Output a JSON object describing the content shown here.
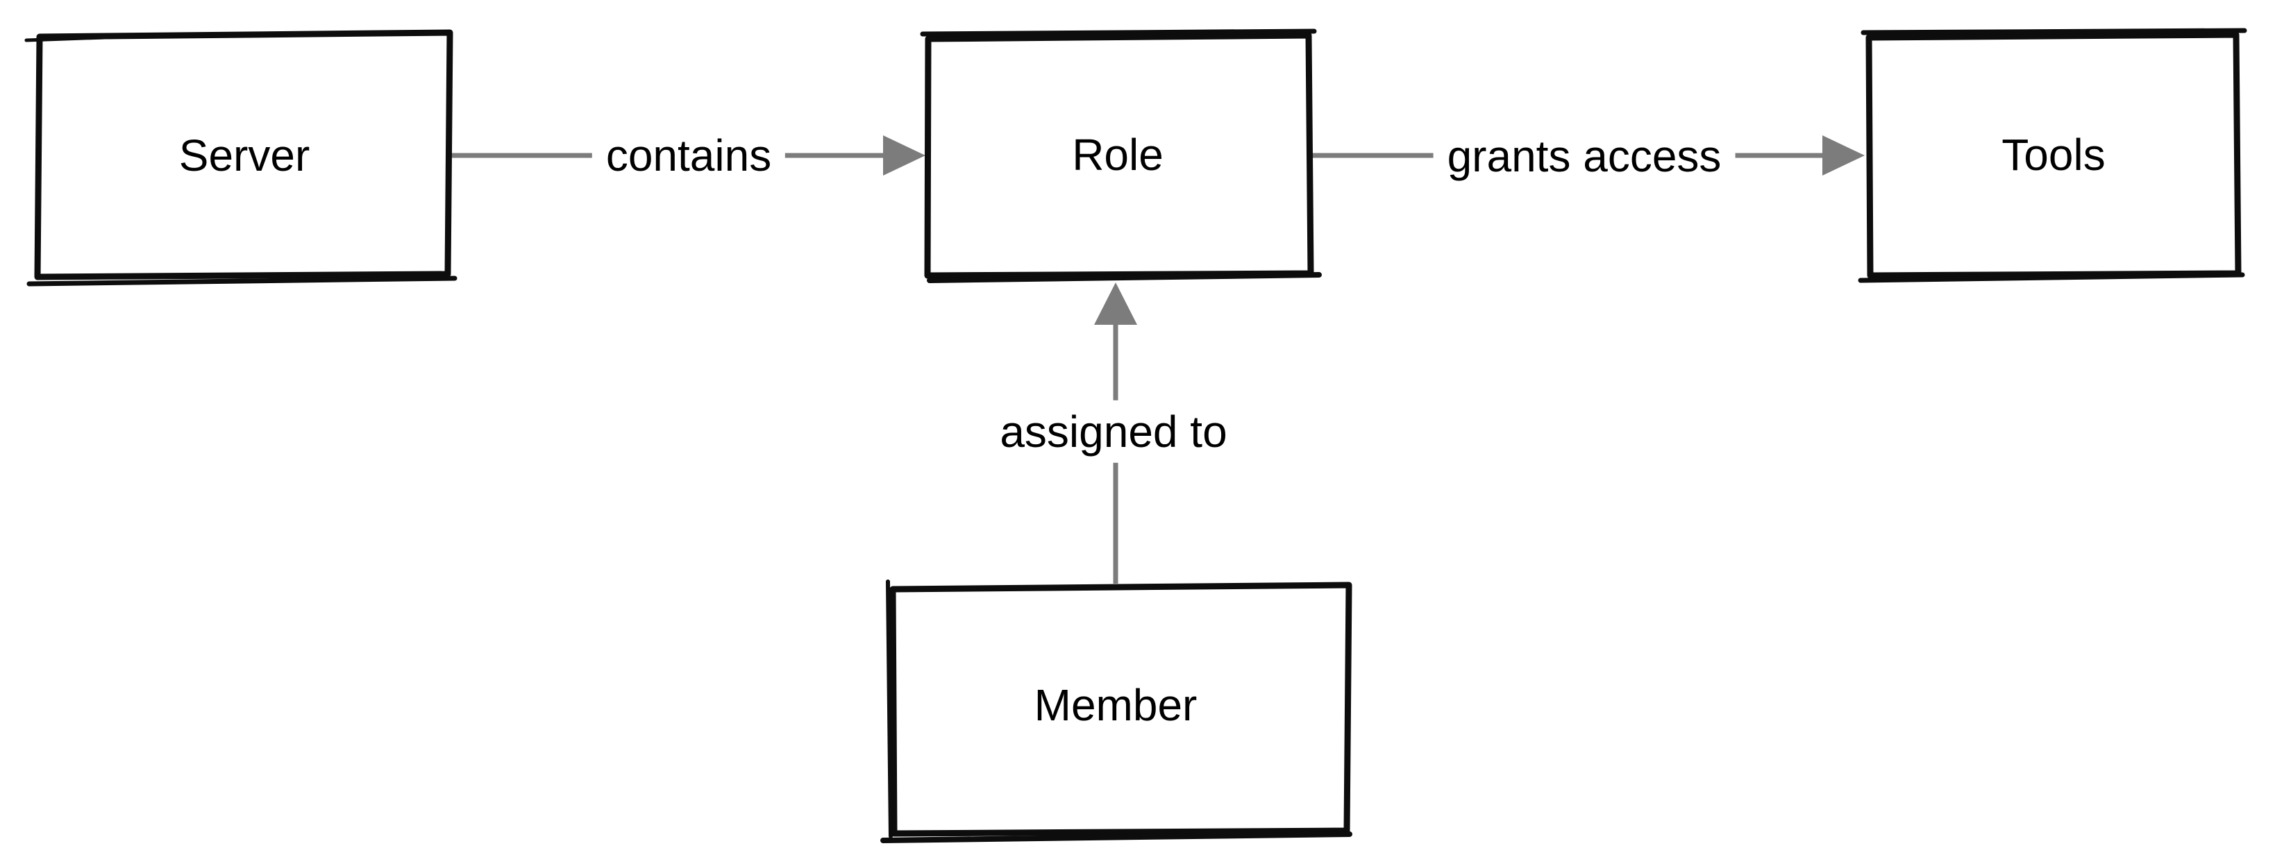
{
  "diagram": {
    "nodes": [
      {
        "id": "server",
        "label": "Server"
      },
      {
        "id": "role",
        "label": "Role"
      },
      {
        "id": "tools",
        "label": "Tools"
      },
      {
        "id": "member",
        "label": "Member"
      }
    ],
    "edges": [
      {
        "from": "Server",
        "to": "Role",
        "label": "contains",
        "direction": "right"
      },
      {
        "from": "Role",
        "to": "Tools",
        "label": "grants access",
        "direction": "right"
      },
      {
        "from": "Member",
        "to": "Role",
        "label": "assigned to",
        "direction": "up"
      }
    ],
    "colors": {
      "background": "#ffffff",
      "node_fill": "#ffffff",
      "node_border": "#0d0d0d",
      "edge": "#7c7c7c",
      "text": "#000000"
    }
  }
}
